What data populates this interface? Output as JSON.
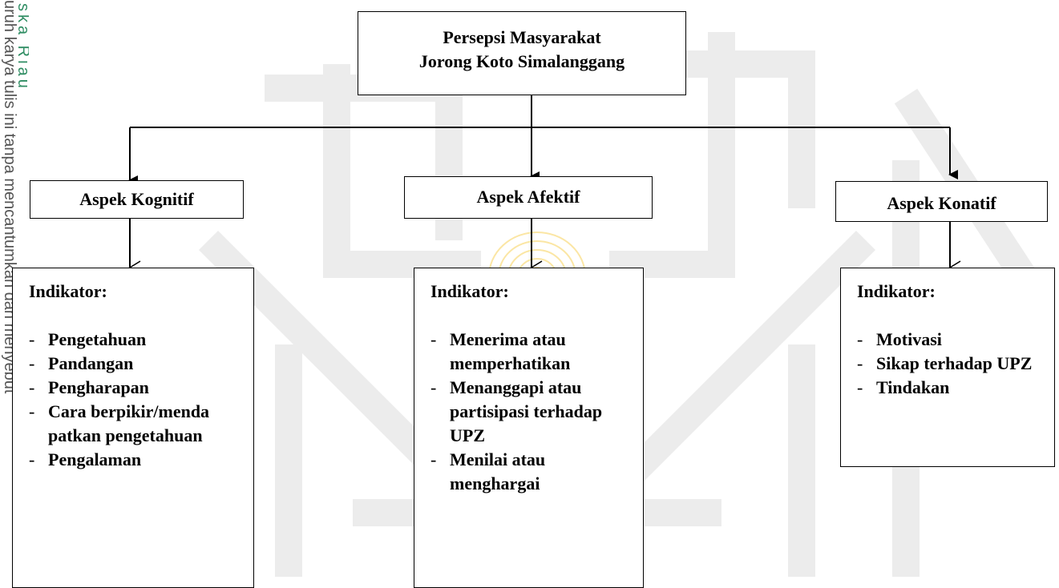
{
  "root": {
    "title_line1": "Persepsi Masyarakat",
    "title_line2": "Jorong Koto Simalanggang"
  },
  "aspects": [
    {
      "label": "Aspek Kognitif"
    },
    {
      "label": "Aspek Afektif"
    },
    {
      "label": "Aspek Konatif"
    }
  ],
  "indicators": [
    {
      "title": "Indikator:",
      "items": [
        "Pengetahuan",
        "Pandangan",
        "Pengharapan",
        "Cara berpikir/mendapatkan pengetahuan",
        "Pengalaman"
      ]
    },
    {
      "title": "Indikator:",
      "items": [
        "Menerima atau memperhatikan",
        "Menanggapi atau partisipasi terhadap UPZ",
        "Menilai atau menghargai"
      ]
    },
    {
      "title": "Indikator:",
      "items": [
        "Motivasi",
        "Sikap terhadap UPZ",
        "Tindakan"
      ]
    }
  ],
  "side_text": {
    "line1": "uruh karya tulis ini tanpa mencantumkan dan menyebut",
    "line2": "ska Riau"
  },
  "colors": {
    "watermark": "#ececec",
    "watermark_gold": "#fbe6a4",
    "side_green": "#2f8d63"
  }
}
